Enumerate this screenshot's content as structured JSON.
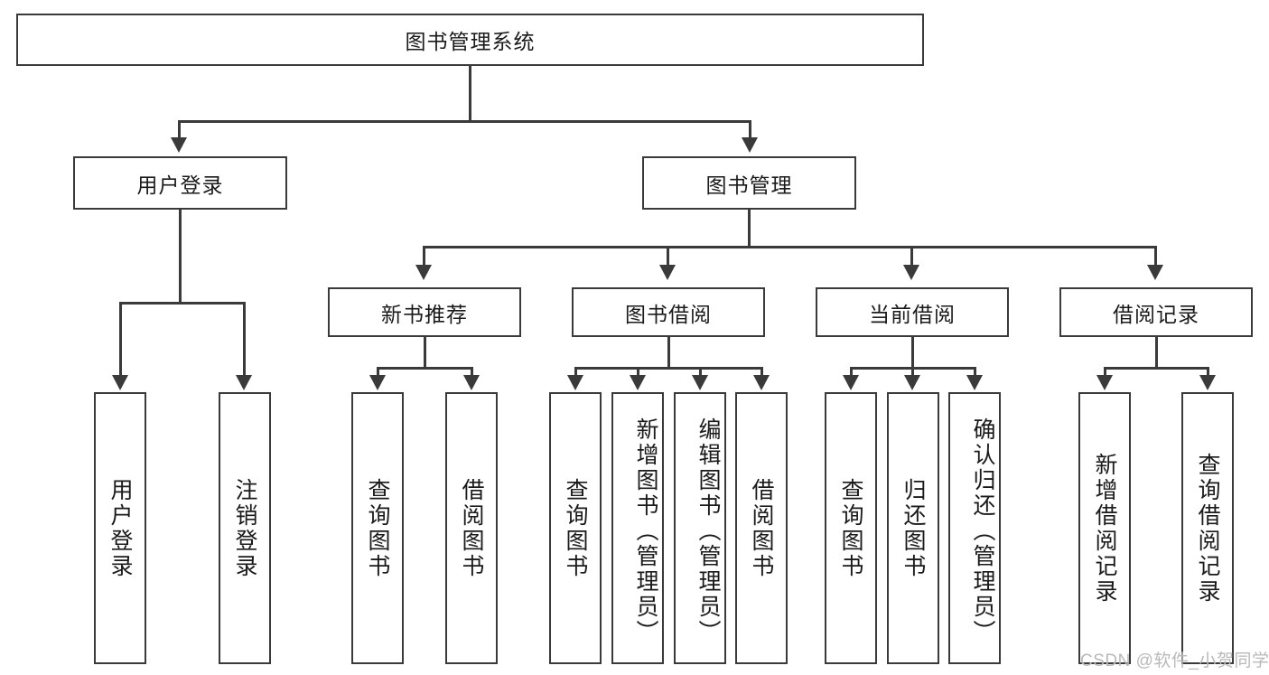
{
  "diagram": {
    "title": "图书管理系统",
    "type": "hierarchy-tree",
    "root": {
      "id": "root",
      "label": "图书管理系统"
    },
    "level2": [
      {
        "id": "user-login",
        "label": "用户登录"
      },
      {
        "id": "book-manage",
        "label": "图书管理"
      }
    ],
    "level3": [
      {
        "id": "new-book-rec",
        "label": "新书推荐"
      },
      {
        "id": "book-borrow",
        "label": "图书借阅"
      },
      {
        "id": "current-borrow",
        "label": "当前借阅"
      },
      {
        "id": "borrow-record",
        "label": "借阅记录"
      }
    ],
    "leaves": {
      "user_login": [
        {
          "id": "leaf-user-login",
          "label": "用户登录"
        },
        {
          "id": "leaf-logout-login",
          "label": "注销登录"
        }
      ],
      "new_book_rec": [
        {
          "id": "leaf-query-book-1",
          "label": "查询图书"
        },
        {
          "id": "leaf-borrow-book-1",
          "label": "借阅图书"
        }
      ],
      "book_borrow": [
        {
          "id": "leaf-query-book-2",
          "label": "查询图书"
        },
        {
          "id": "leaf-add-book",
          "label": "新增图书（管理员）"
        },
        {
          "id": "leaf-edit-book",
          "label": "编辑图书（管理员）"
        },
        {
          "id": "leaf-borrow-book-2",
          "label": "借阅图书"
        }
      ],
      "current_borrow": [
        {
          "id": "leaf-query-book-3",
          "label": "查询图书"
        },
        {
          "id": "leaf-return-book",
          "label": "归还图书"
        },
        {
          "id": "leaf-confirm-return",
          "label": "确认归还（管理员）"
        }
      ],
      "borrow_record": [
        {
          "id": "leaf-add-record",
          "label": "新增借阅记录"
        },
        {
          "id": "leaf-query-record",
          "label": "查询借阅记录"
        }
      ]
    }
  },
  "watermark": {
    "text": "CSDN @软件_小贺同学"
  },
  "colors": {
    "stroke": "#3a3a3a",
    "text": "#1a1a1a",
    "background": "#ffffff",
    "watermark": "#b9b9b9"
  }
}
